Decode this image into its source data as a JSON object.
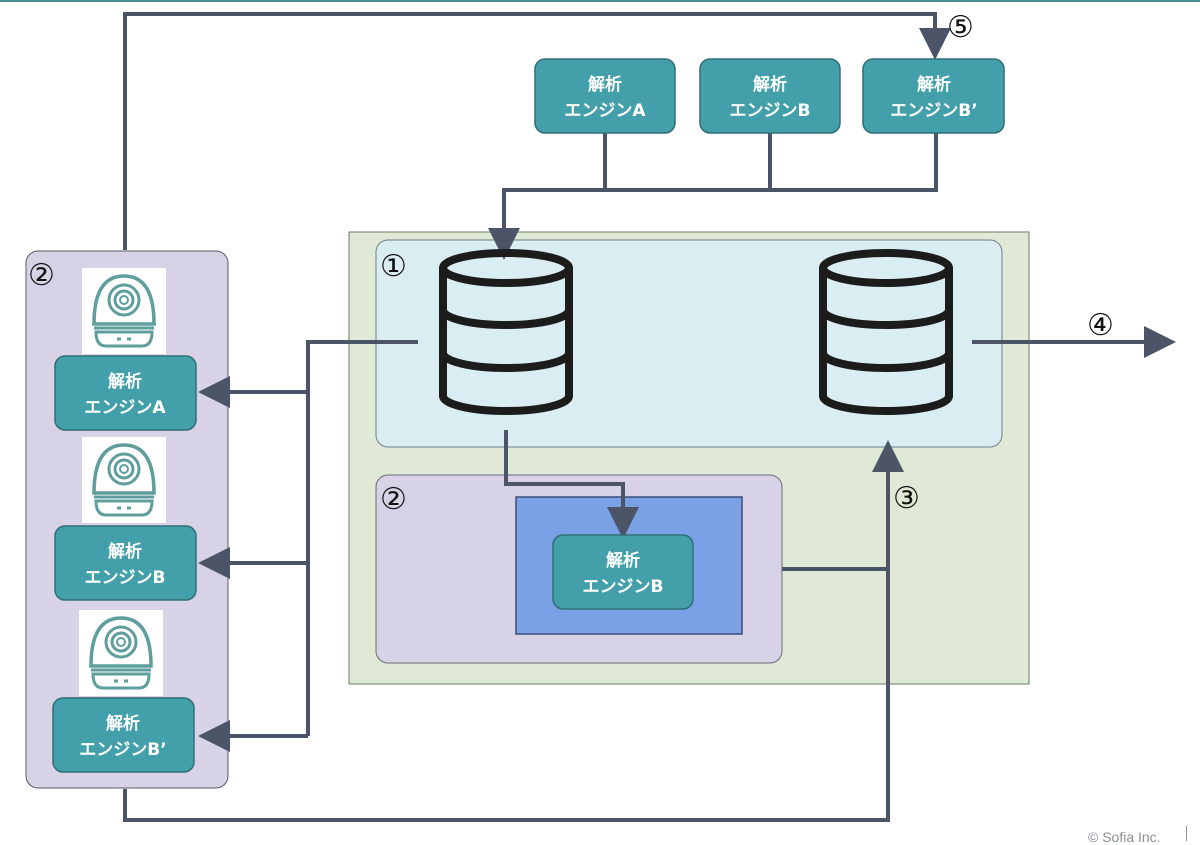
{
  "engines": {
    "top_a": {
      "line1": "解析",
      "line2": "エンジンA"
    },
    "top_b": {
      "line1": "解析",
      "line2": "エンジンB"
    },
    "top_b_prime": {
      "line1": "解析",
      "line2": "エンジンB’"
    },
    "left_a": {
      "line1": "解析",
      "line2": "エンジンA"
    },
    "left_b": {
      "line1": "解析",
      "line2": "エンジンB"
    },
    "left_b_prime": {
      "line1": "解析",
      "line2": "エンジンB’"
    },
    "center_b": {
      "line1": "解析",
      "line2": "エンジンB"
    }
  },
  "markers": {
    "one": "①",
    "two_left": "②",
    "two_center": "②",
    "three": "③",
    "four": "④",
    "five": "⑤"
  },
  "footer": {
    "copyright": "© Sofia Inc."
  },
  "colors": {
    "engine_fill": "#43a0aa",
    "engine_stroke": "#2f6f76",
    "arrow": "#4b5567",
    "left_panel": "#d8d2e6",
    "outer_green": "#dfe9d6",
    "inner_blue": "#d9edf2",
    "center_purple": "#d8d2e6",
    "highlight_blue": "#7aa0e6",
    "camera_stroke": "#5e9e9c"
  },
  "icons": [
    "database-icon",
    "camera-icon",
    "arrow-icon"
  ]
}
